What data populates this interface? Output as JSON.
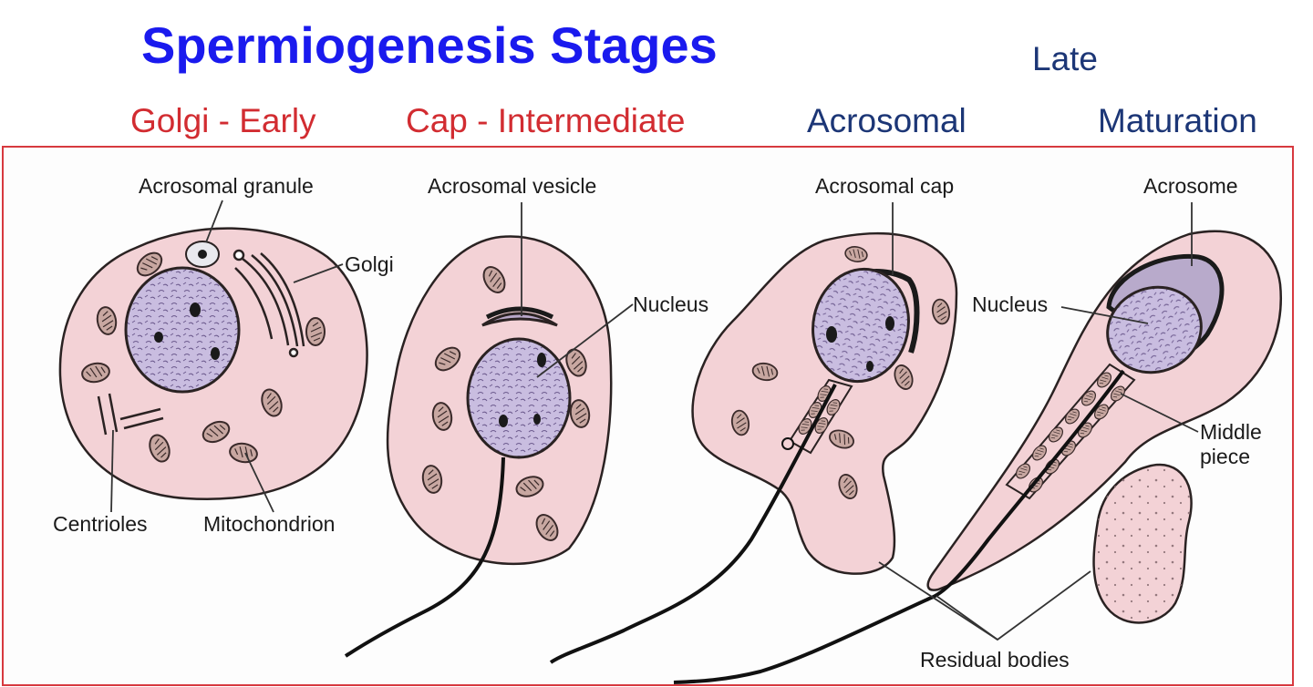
{
  "title": "Spermiogenesis Stages",
  "stages": {
    "golgi": "Golgi - Early",
    "cap": "Cap - Intermediate",
    "late": "Late",
    "acrosomal": "Acrosomal",
    "maturation": "Maturation"
  },
  "labels": {
    "acrosomal_granule": "Acrosomal granule",
    "golgi": "Golgi",
    "centrioles": "Centrioles",
    "mitochondrion": "Mitochondrion",
    "acrosomal_vesicle": "Acrosomal vesicle",
    "nucleus_cap": "Nucleus",
    "acrosomal_cap": "Acrosomal cap",
    "acrosome": "Acrosome",
    "nucleus_mat": "Nucleus",
    "middle_piece_1": "Middle",
    "middle_piece_2": "piece",
    "residual_bodies": "Residual bodies"
  },
  "colors": {
    "title": "#1a1aee",
    "early_stage": "#d22c31",
    "late_stage": "#1c3676",
    "frame": "#d7393f",
    "cytoplasm": "#f3d2d6",
    "nucleus": "#c9bde0",
    "mitochondria": "#c8a7a1"
  }
}
